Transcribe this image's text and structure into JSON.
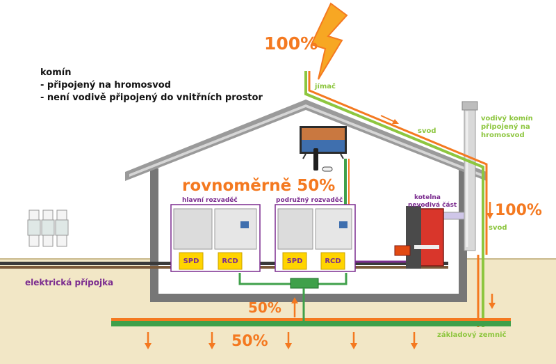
{
  "notes": {
    "title": "komín",
    "line1": "- připojený na hromosvod",
    "line2": "- není vodivě připojený do vnitřních prostor"
  },
  "percent": {
    "strike": "100%",
    "down_conductor": "100%",
    "distribution": "rovnoměrně 50%",
    "up": "50%",
    "ground": "50%"
  },
  "labels": {
    "air_terminal": "jímač",
    "down_conductor_roof": "svod",
    "down_conductor_wall": "svod",
    "chimney": [
      "vodivý komín",
      "připojený na",
      "hromosvod"
    ],
    "boiler_room": [
      "kotelna",
      "nevodivá část"
    ],
    "main_board": "hlavní rozvaděč",
    "sub_board": "podružný rozvaděč",
    "spd": "SPD",
    "rcd": "RCD",
    "service": "elektrická přípojka",
    "earth": "základový zemnič"
  },
  "colors": {
    "orange": "#f47920",
    "green": "#8dc63f",
    "purple": "#7b2c8f",
    "roof": "#8a8a8a",
    "ground": "#efe3c0",
    "module_yellow": "#ffd400"
  }
}
